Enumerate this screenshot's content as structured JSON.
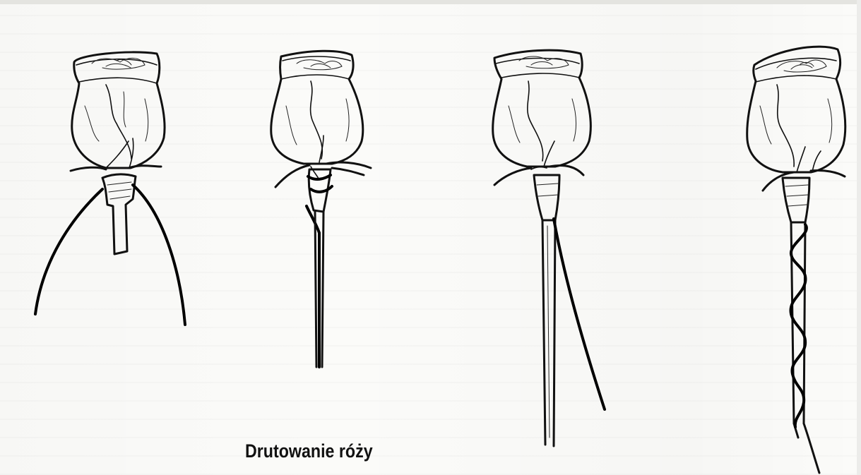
{
  "caption": "Drutowanie róży",
  "figures": [
    {
      "name": "rose-wire-step-1"
    },
    {
      "name": "rose-wire-step-2"
    },
    {
      "name": "rose-wire-step-3"
    },
    {
      "name": "rose-wire-step-4"
    }
  ]
}
